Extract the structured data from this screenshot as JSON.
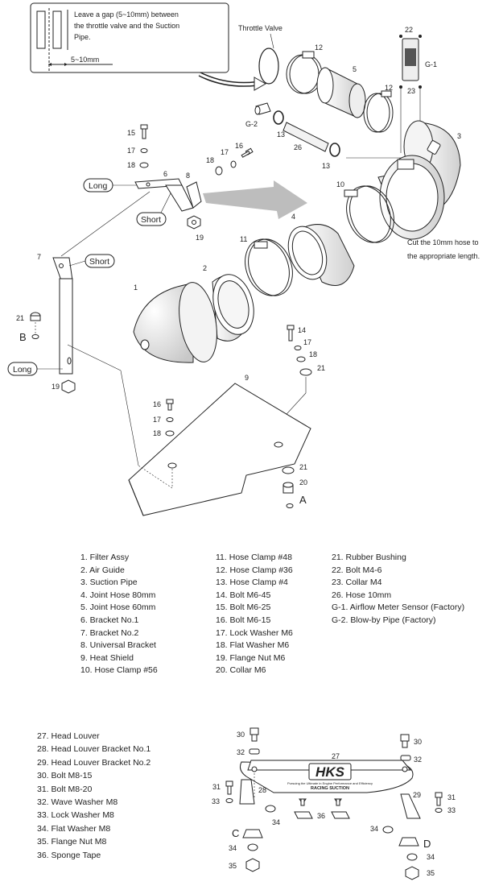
{
  "notes": {
    "gap_note": [
      "Leave a gap (5~10mm) between",
      "the throttle valve and the Suction",
      "Pipe."
    ],
    "gap_dim": "5~10mm",
    "throttle_label": "Throttle Valve",
    "hose_note": [
      "Cut the 10mm hose to",
      "the appropriate length."
    ]
  },
  "callouts": {
    "n1": "1",
    "n2": "2",
    "n3": "3",
    "n4": "4",
    "n5": "5",
    "n6": "6",
    "n7": "7",
    "n8": "8",
    "n9": "9",
    "n10": "10",
    "n11": "11",
    "n12a": "12",
    "n12b": "12",
    "n13a": "13",
    "n13b": "13",
    "n14": "14",
    "n15": "15",
    "n16a": "16",
    "n16b": "16",
    "n17a": "17",
    "n17b": "17",
    "n17c": "17",
    "n18a": "18",
    "n18b": "18",
    "n18c": "18",
    "n18d": "18",
    "n19a": "19",
    "n19b": "19",
    "n20": "20",
    "n21a": "21",
    "n21b": "21",
    "n21c": "21",
    "n22": "22",
    "n23": "23",
    "n26": "26",
    "g1": "G-1",
    "g2": "G-2",
    "long1": "Long",
    "short1": "Short",
    "short2": "Short",
    "long2": "Long",
    "A": "A",
    "B": "B",
    "C": "C",
    "D": "D",
    "n27": "27",
    "n28": "28",
    "n29": "29",
    "n30a": "30",
    "n30b": "30",
    "n31a": "31",
    "n31b": "31",
    "n32a": "32",
    "n32b": "32",
    "n33a": "33",
    "n33b": "33",
    "n34a": "34",
    "n34b": "34",
    "n34c": "34",
    "n34d": "34",
    "n35a": "35",
    "n35b": "35",
    "n36": "36"
  },
  "louver": {
    "logo": "HKS",
    "tagline": "Pursuing the Ultimate in Engine Performance and Efficiency",
    "racing": "RACING SUCTION"
  },
  "parts_col1": [
    "1. Filter Assy",
    "2. Air Guide",
    "3. Suction Pipe",
    "4. Joint Hose 80mm",
    "5. Joint Hose 60mm",
    "6. Bracket No.1",
    "7. Bracket No.2",
    "8. Universal Bracket",
    "9. Heat Shield",
    "10. Hose Clamp #56"
  ],
  "parts_col2": [
    "11. Hose Clamp #48",
    "12. Hose Clamp #36",
    "13. Hose Clamp #4",
    "14. Bolt M6-45",
    "15. Bolt M6-25",
    "16. Bolt M6-15",
    "17. Lock Washer M6",
    "18. Flat Washer M6",
    "19. Flange Nut M6",
    "20. Collar M6"
  ],
  "parts_col3": [
    "21. Rubber Bushing",
    "22. Bolt M4-6",
    "23. Collar M4",
    "26. Hose 10mm",
    "G-1. Airflow Meter Sensor (Factory)",
    "G-2. Blow-by Pipe (Factory)"
  ],
  "parts_louver": [
    "27. Head Louver",
    "28. Head Louver Bracket No.1",
    "29. Head Louver Bracket No.2",
    "30. Bolt M8-15",
    "31. Bolt M8-20",
    "32. Wave Washer M8",
    "33. Lock Washer M8",
    "34. Flat Washer M8",
    "35. Flange Nut M8",
    "36. Sponge Tape"
  ]
}
